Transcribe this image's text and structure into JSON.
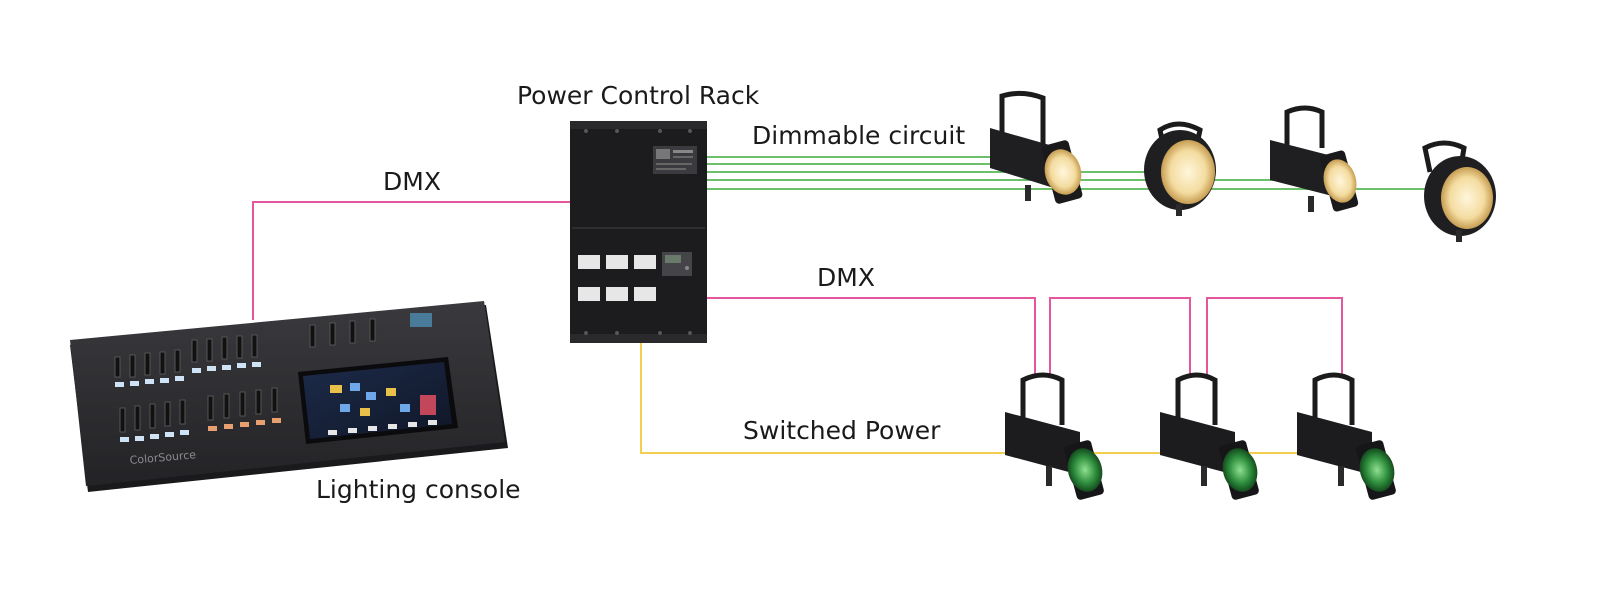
{
  "labels": {
    "rack_title": "Power Control Rack",
    "dimmable_circuit": "Dimmable circuit",
    "dmx_console": "DMX",
    "dmx_fixtures": "DMX",
    "switched_power": "Switched Power",
    "lighting_console": "Lighting console"
  },
  "console_brand": "ColorSource",
  "colors": {
    "dmx_line": "#e4579c",
    "dimmable_line": "#6cc06a",
    "switched_line": "#f2cf4f",
    "rack_body": "#1c1c1e",
    "console_body": "#2b2b2e",
    "warm_lens": "#f4dca0",
    "green_lens": "#2f8f3e"
  },
  "icons": {
    "console": "lighting-console-icon",
    "rack": "power-rack-icon",
    "warm_fixture": "ellipsoidal-spotlight-icon",
    "par_fixture": "par-fixture-icon",
    "led_fixture": "led-spotlight-icon"
  }
}
